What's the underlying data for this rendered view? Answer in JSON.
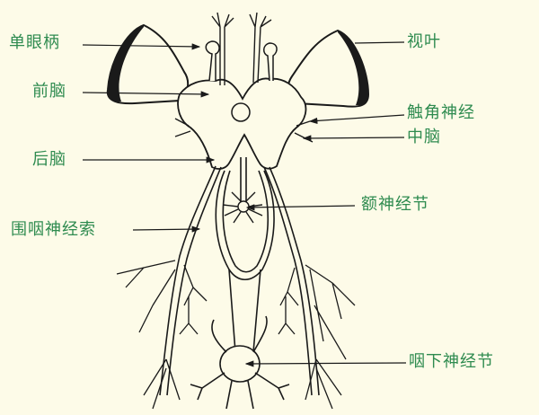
{
  "diagram": {
    "subject": "arthropod (crustacean) central nervous system",
    "colors": {
      "background": "#fdfbe8",
      "label_text": "#2e8b4f",
      "line_art": "#1a1a1a"
    },
    "labels": {
      "ocellar_stalk": "单眼柄",
      "forebrain": "前脑",
      "hindbrain": "后脑",
      "circumesophageal_connective": "围咽神经索",
      "optic_lobe": "视叶",
      "antennal_nerve": "触角神经",
      "midbrain": "中脑",
      "frontal_ganglion": "额神经节",
      "subesophageal_ganglion": "咽下神经节"
    }
  }
}
